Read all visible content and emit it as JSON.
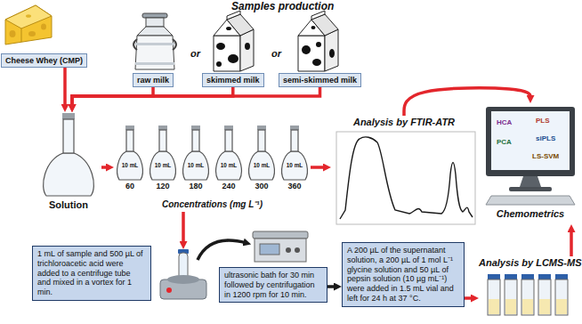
{
  "diagram": {
    "title": "Samples production",
    "nodes": [
      {
        "text": [
          "Cheese Whey (CMP)"
        ]
      },
      {
        "text": [
          "raw milk"
        ]
      },
      {
        "text": [
          "skimmed milk"
        ]
      },
      {
        "text": [
          "semi-skimmed milk"
        ]
      },
      {
        "text": [
          "Solution"
        ]
      },
      {
        "text": [
          "10 mL",
          "60"
        ]
      },
      {
        "text": [
          "10 mL",
          "120"
        ]
      },
      {
        "text": [
          "10 mL",
          "180"
        ]
      },
      {
        "text": [
          "10 mL",
          "240"
        ]
      },
      {
        "text": [
          "10 mL",
          "300"
        ]
      },
      {
        "text": [
          "10 mL",
          "360"
        ]
      },
      {
        "text": [
          "Analysis by FTIR-ATR"
        ]
      },
      {
        "text": [
          "Chemometrics",
          "HCA",
          "PCA",
          "PLS",
          "siPLS",
          "LS-SVM"
        ]
      },
      {
        "text": [
          "1 mL of sample and 500 µL of trichloroacetic acid were added to a centrifuge tube and mixed in a vortex for 1 min."
        ]
      },
      {
        "text": [
          "ultrasonic bath for 30 min followed by centrifugation in 1200 rpm for 10 min."
        ]
      },
      {
        "text": [
          "A 200 µL of the supernatant solution, a 200 µL of 1 mol L⁻¹ glycine solution and 50 µL of pepsin solution (10 µg mL⁻¹) were added in 1.5 mL vial and left for 24 h at 37 °C."
        ]
      },
      {
        "text": [
          "Analysis by LCMS-MS"
        ]
      }
    ],
    "edges": [
      {
        "from": 0,
        "to": 4,
        "arrow": "to"
      },
      {
        "from": 1,
        "to": 4,
        "arrow": "to"
      },
      {
        "from": 2,
        "to": 4,
        "arrow": "to"
      },
      {
        "from": 3,
        "to": 4,
        "arrow": "to"
      },
      {
        "from": 4,
        "to": 5,
        "arrow": "to"
      },
      {
        "from": 10,
        "to": 11,
        "arrow": "to"
      },
      {
        "from": 11,
        "to": 12,
        "arrow": "to"
      },
      {
        "from": 14,
        "to": 15,
        "arrow": "to"
      },
      {
        "from": 15,
        "to": 16,
        "arrow": "to"
      },
      {
        "from": 16,
        "to": 12,
        "arrow": "to"
      }
    ],
    "labels": [
      "or",
      "or",
      "Concentrations (mg L⁻¹)"
    ]
  }
}
